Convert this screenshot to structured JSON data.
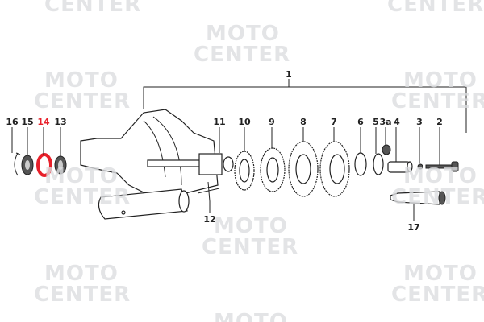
{
  "watermark": {
    "line1": "MOTO",
    "line2": "CENTER"
  },
  "diagram": {
    "title_label": "1",
    "highlight_color": "#e8202a",
    "callouts": [
      {
        "id": "16",
        "label": "16"
      },
      {
        "id": "15",
        "label": "15"
      },
      {
        "id": "14",
        "label": "14",
        "highlighted": true
      },
      {
        "id": "13",
        "label": "13"
      },
      {
        "id": "11",
        "label": "11"
      },
      {
        "id": "10",
        "label": "10"
      },
      {
        "id": "9",
        "label": "9"
      },
      {
        "id": "8",
        "label": "8"
      },
      {
        "id": "7",
        "label": "7"
      },
      {
        "id": "6",
        "label": "6"
      },
      {
        "id": "5",
        "label": "5"
      },
      {
        "id": "3a",
        "label": "3a"
      },
      {
        "id": "4",
        "label": "4"
      },
      {
        "id": "3",
        "label": "3"
      },
      {
        "id": "2",
        "label": "2"
      },
      {
        "id": "12",
        "label": "12"
      },
      {
        "id": "17",
        "label": "17"
      }
    ]
  }
}
